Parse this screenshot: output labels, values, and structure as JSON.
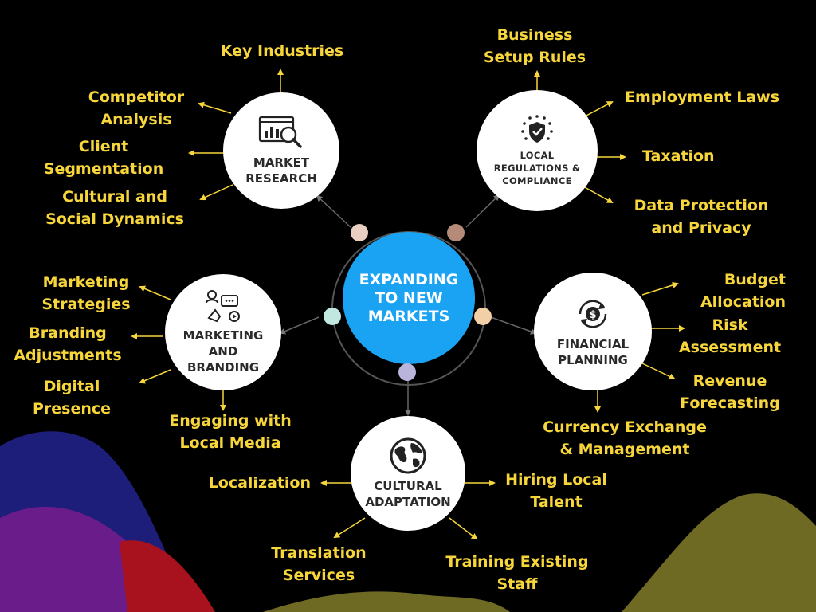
{
  "colors": {
    "background": "#000000",
    "center_fill": "#1ba3f3",
    "label_color": "#f7d63b",
    "node_fill": "#ffffff",
    "connector": "#666666"
  },
  "center": {
    "title": [
      "EXPANDING",
      "TO NEW",
      "MARKETS"
    ]
  },
  "nodes": [
    {
      "id": "market-research",
      "icon": "market-analysis-icon",
      "title": [
        "MARKET",
        "RESEARCH"
      ],
      "items": [
        [
          "Key Industries"
        ],
        [
          "Competitor",
          "Analysis"
        ],
        [
          "Client",
          "Segmentation"
        ],
        [
          "Cultural and",
          "Social Dynamics"
        ]
      ]
    },
    {
      "id": "local-regulations",
      "icon": "shield-stars-icon",
      "title": [
        "LOCAL",
        "REGULATIONS &",
        "COMPLIANCE"
      ],
      "items": [
        [
          "Business",
          "Setup Rules"
        ],
        [
          "Employment Laws"
        ],
        [
          "Taxation"
        ],
        [
          "Data Protection",
          "and Privacy"
        ]
      ]
    },
    {
      "id": "marketing-branding",
      "icon": "marketing-people-icon",
      "title": [
        "MARKETING",
        "AND",
        "BRANDING"
      ],
      "items": [
        [
          "Marketing",
          "Strategies"
        ],
        [
          "Branding",
          "Adjustments"
        ],
        [
          "Digital",
          "Presence"
        ],
        [
          "Engaging with",
          "Local Media"
        ]
      ]
    },
    {
      "id": "financial-planning",
      "icon": "dollar-cycle-icon",
      "title": [
        "FINANCIAL",
        "PLANNING"
      ],
      "items": [
        [
          "Budget",
          "Allocation"
        ],
        [
          "Risk",
          "Assessment"
        ],
        [
          "Revenue",
          "Forecasting"
        ],
        [
          "Currency Exchange",
          "& Management"
        ]
      ]
    },
    {
      "id": "cultural-adaptation",
      "icon": "globe-icon",
      "title": [
        "CULTURAL",
        "ADAPTATION"
      ],
      "items": [
        [
          "Localization"
        ],
        [
          "Hiring Local",
          "Talent"
        ],
        [
          "Translation",
          "Services"
        ],
        [
          "Training Existing",
          "Staff"
        ]
      ]
    }
  ]
}
